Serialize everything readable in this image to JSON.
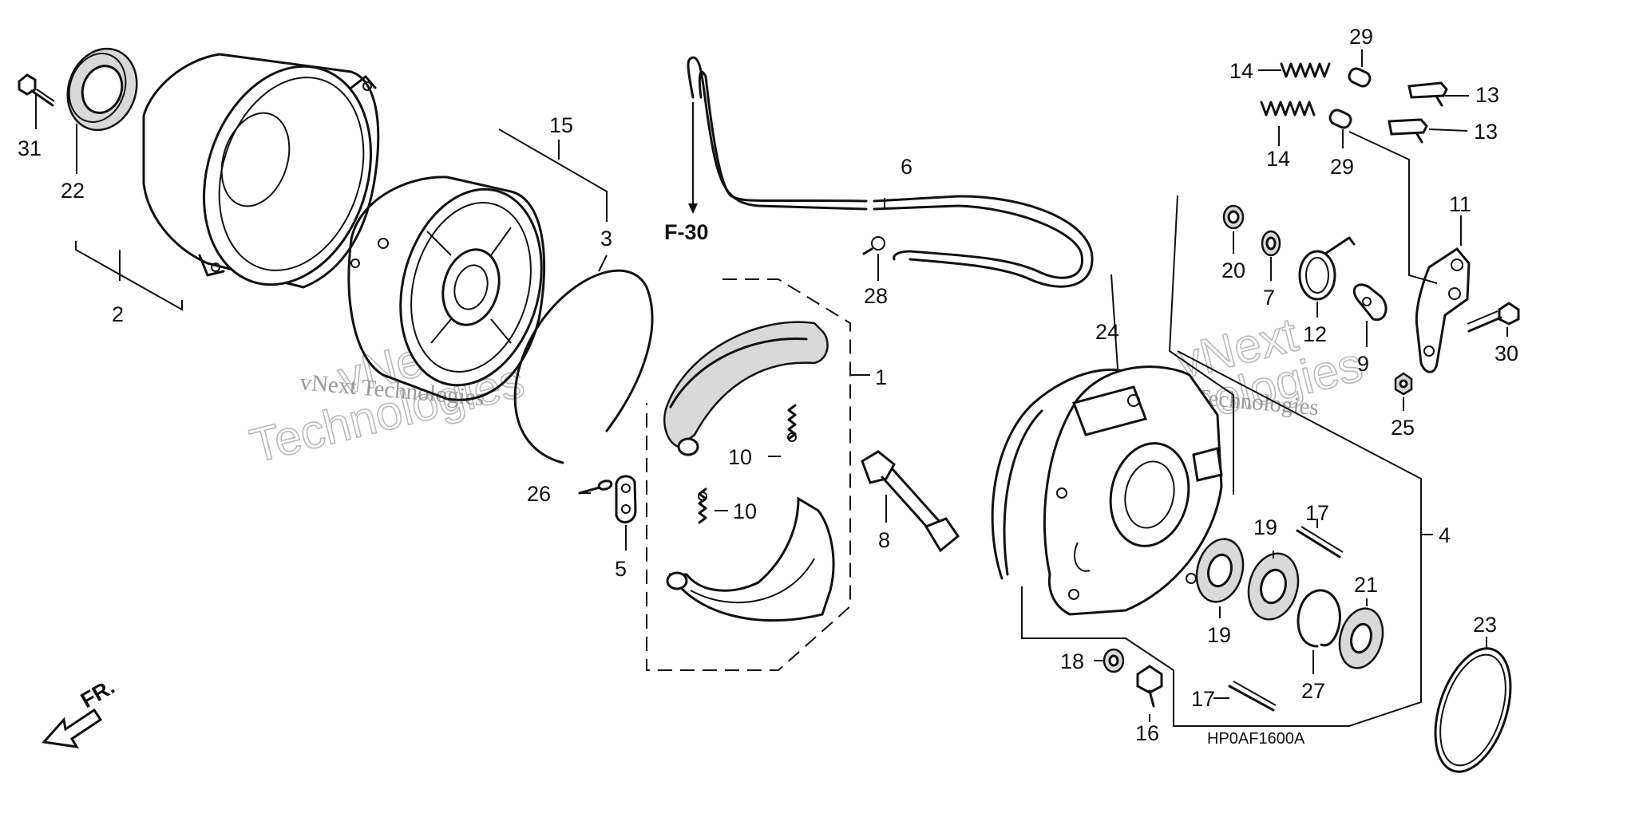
{
  "diagram": {
    "code": "HP0AF1600A",
    "ref_label": "F-30",
    "direction_label": "FR.",
    "watermark": {
      "small_text": "vNext Technologies",
      "big_line1": "vNext",
      "big_line2": "Technologies"
    },
    "callouts": {
      "c1": "1",
      "c2": "2",
      "c3": "3",
      "c4": "4",
      "c5": "5",
      "c6": "6",
      "c7": "7",
      "c8": "8",
      "c9": "9",
      "c10a": "10",
      "c10b": "10",
      "c11": "11",
      "c12": "12",
      "c13a": "13",
      "c13b": "13",
      "c14a": "14",
      "c14b": "14",
      "c15": "15",
      "c16": "16",
      "c17a": "17",
      "c17b": "17",
      "c18": "18",
      "c19a": "19",
      "c19b": "19",
      "c20": "20",
      "c21": "21",
      "c22": "22",
      "c23": "23",
      "c24": "24",
      "c25": "25",
      "c26": "26",
      "c27": "27",
      "c28": "28",
      "c29a": "29",
      "c29b": "29",
      "c30": "30",
      "c31": "31"
    }
  }
}
